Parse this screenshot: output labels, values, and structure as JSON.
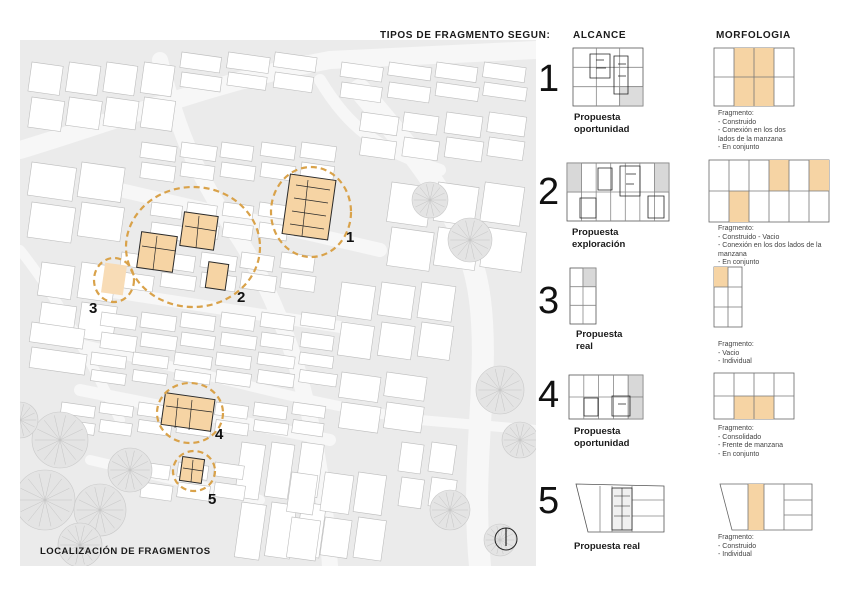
{
  "header": {
    "title": "TIPOS DE FRAGMENTO SEGUN:",
    "col_alcance": "ALCANCE",
    "col_morfologia": "MORFOLOGIA"
  },
  "map": {
    "caption": "LOCALIZACIÓN DE FRAGMENTOS",
    "labels": [
      "1",
      "2",
      "3",
      "4",
      "5"
    ]
  },
  "rows": [
    {
      "num": "1",
      "alcance": "Propuesta\noportunidad",
      "morfologia": "Fragmento:\n- Construido\n- Conexión en los dos\nlados de la manzana\n- En conjunto"
    },
    {
      "num": "2",
      "alcance": "Propuesta\nexploración",
      "morfologia": "Fragmento:\n- Construido - Vacio\n- Conexión en los dos lados de la\nmanzana\n- En conjunto"
    },
    {
      "num": "3",
      "alcance": "Propuesta\nreal",
      "morfologia": "Fragmento:\n- Vacio\n- Individual"
    },
    {
      "num": "4",
      "alcance": "Propuesta\noportunidad",
      "morfologia": "Fragmento:\n- Consolidado\n- Frente de manzana\n- En conjunto"
    },
    {
      "num": "5",
      "alcance": "Propuesta real",
      "morfologia": "Fragmento:\n- Construido\n- Individual"
    }
  ],
  "colors": {
    "highlight": "#f6d4a4",
    "dashed_circle": "#d9a24a",
    "map_background": "#ececec",
    "building": "#ffffff"
  }
}
